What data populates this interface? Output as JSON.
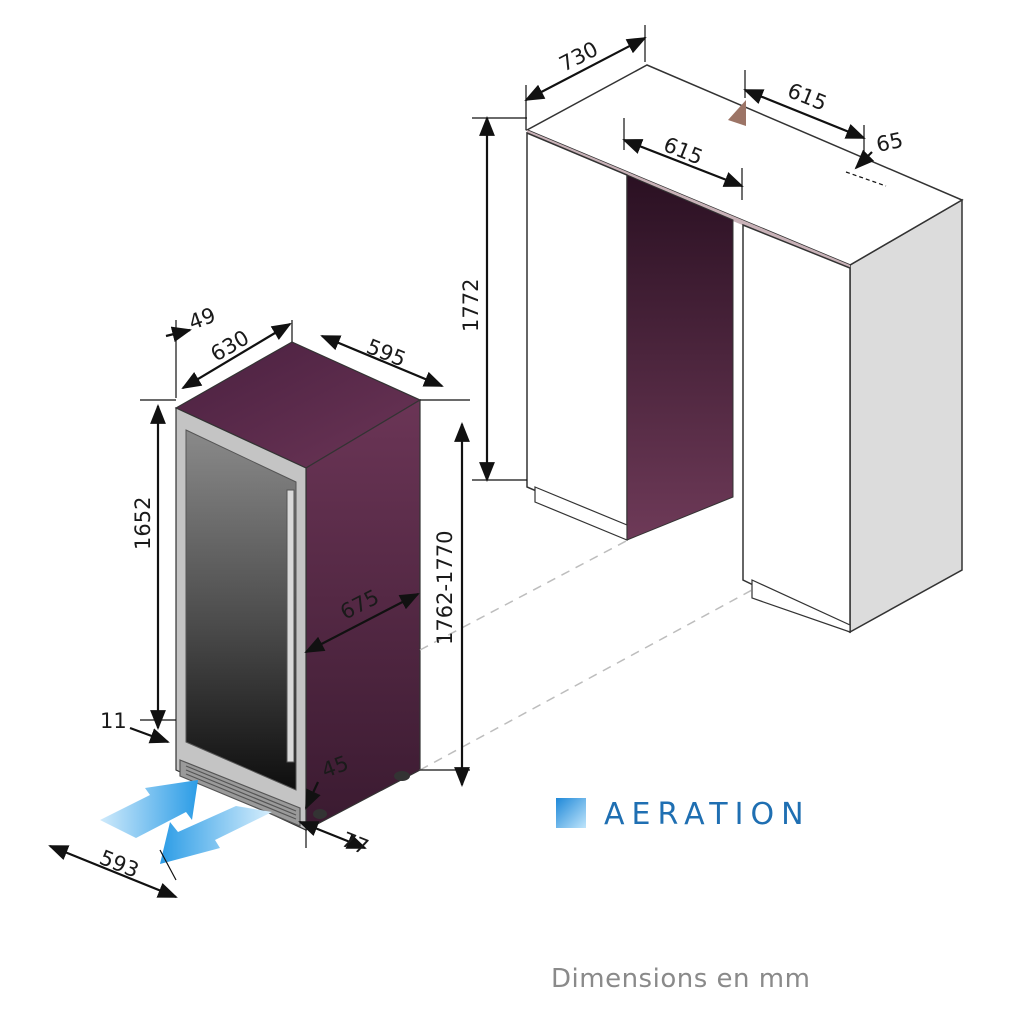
{
  "dimensions": {
    "d49": "49",
    "d630": "630",
    "d595": "595",
    "d1652": "1652",
    "d1762_1770": "1762-1770",
    "d675": "675",
    "d11": "11",
    "d45": "45",
    "d77": "77",
    "d593": "593",
    "d730": "730",
    "d615_top": "615",
    "d615_inner": "615",
    "d65": "65",
    "d1772": "1772"
  },
  "legend": {
    "label": "AERATION"
  },
  "footer": {
    "units": "Dimensions en mm"
  },
  "colors": {
    "cabinet_body": "#5e2f49",
    "cabinet_dark": "#2e1526",
    "door_frame": "#b8b8b8",
    "aeration_blue": "#3aa7e8",
    "legend_text": "#1f6fb2"
  }
}
